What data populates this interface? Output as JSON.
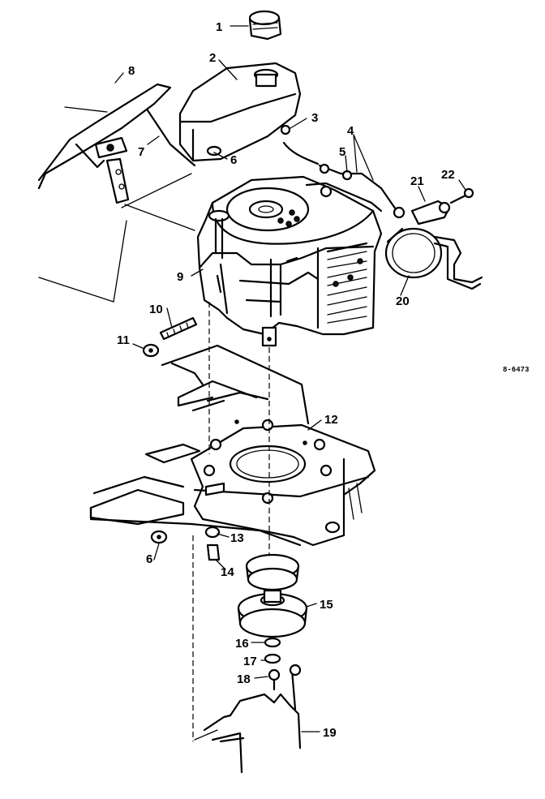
{
  "diagram": {
    "code": "8-6473",
    "callouts": [
      {
        "id": "c1",
        "text": "1"
      },
      {
        "id": "c2",
        "text": "2"
      },
      {
        "id": "c3",
        "text": "3"
      },
      {
        "id": "c4",
        "text": "4"
      },
      {
        "id": "c5",
        "text": "5"
      },
      {
        "id": "c6a",
        "text": "6"
      },
      {
        "id": "c7",
        "text": "7"
      },
      {
        "id": "c8",
        "text": "8"
      },
      {
        "id": "c9",
        "text": "9"
      },
      {
        "id": "c10",
        "text": "10"
      },
      {
        "id": "c11",
        "text": "11"
      },
      {
        "id": "c12",
        "text": "12"
      },
      {
        "id": "c13",
        "text": "13"
      },
      {
        "id": "c14",
        "text": "14"
      },
      {
        "id": "c15",
        "text": "15"
      },
      {
        "id": "c16",
        "text": "16"
      },
      {
        "id": "c17",
        "text": "17"
      },
      {
        "id": "c18",
        "text": "18"
      },
      {
        "id": "c19",
        "text": "19"
      },
      {
        "id": "c20",
        "text": "20"
      },
      {
        "id": "c21",
        "text": "21"
      },
      {
        "id": "c22",
        "text": "22"
      },
      {
        "id": "c6b",
        "text": "6"
      }
    ]
  }
}
